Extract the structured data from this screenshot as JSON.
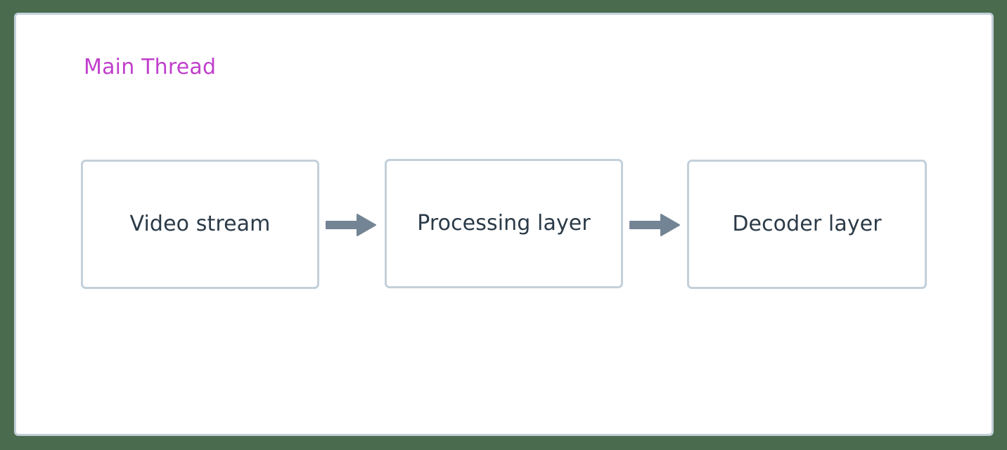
{
  "diagram": {
    "type": "flowchart",
    "direction": "left-to-right",
    "background_color": "#4a6b4e",
    "subgraph": {
      "title": "Main Thread",
      "title_color": "#c03fcc",
      "border_color": "#c3d0da",
      "fill_color": "#ffffff"
    },
    "node_style": {
      "border_color": "#c3d0da",
      "fill_color": "#ffffff",
      "text_color": "#2b3a47",
      "shape": "rounded-rectangle"
    },
    "edge_style": {
      "color": "#738494",
      "arrowhead": "solid-triangle"
    },
    "nodes": [
      {
        "id": "video-stream",
        "label": "Video stream"
      },
      {
        "id": "processing-layer",
        "label": "Processing layer"
      },
      {
        "id": "decoder-layer",
        "label": "Decoder layer"
      }
    ],
    "edges": [
      {
        "from": "video-stream",
        "to": "processing-layer",
        "label": ""
      },
      {
        "from": "processing-layer",
        "to": "decoder-layer",
        "label": ""
      }
    ]
  }
}
